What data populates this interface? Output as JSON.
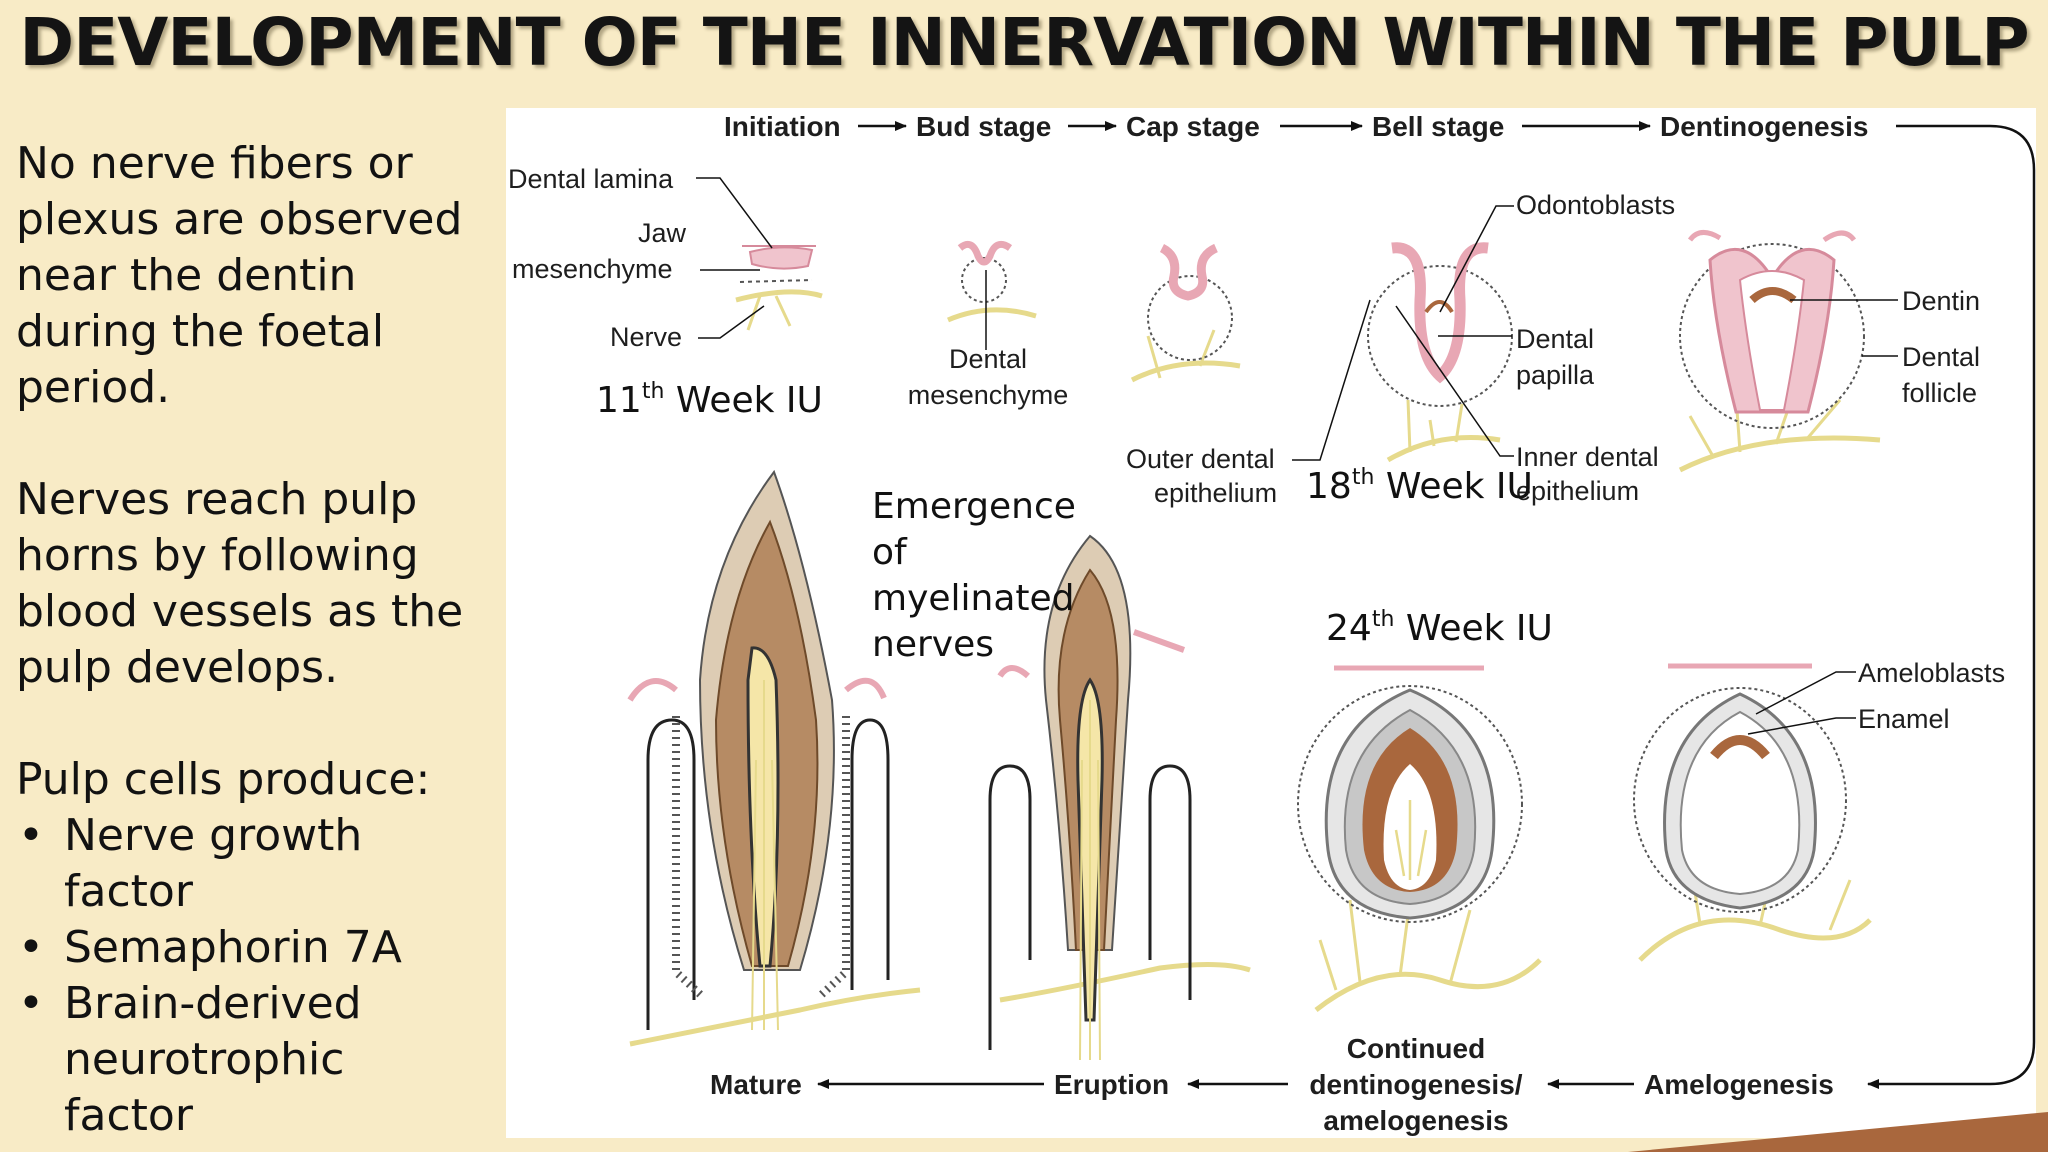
{
  "slide": {
    "title": "DEVELOPMENT OF THE INNERVATION WITHIN THE PULP",
    "para1": [
      "No nerve fibers or",
      "plexus are observed",
      "near the dentin",
      "during the foetal",
      "period."
    ],
    "para2": [
      "Nerves reach pulp",
      "horns by following",
      "blood vessels as the",
      "pulp develops."
    ],
    "para3_heading": "Pulp cells produce:",
    "bullets": [
      [
        "Nerve growth",
        "factor"
      ],
      [
        "Semaphorin 7A"
      ],
      [
        "Brain-derived",
        "neurotrophic",
        "factor"
      ]
    ]
  },
  "diagram": {
    "top_stages": [
      "Initiation",
      "Bud stage",
      "Cap stage",
      "Bell stage",
      "Dentinogenesis"
    ],
    "bottom_stages": [
      "Mature",
      "Eruption",
      "Continued",
      "dentinogenesis/",
      "amelogenesis",
      "Amelogenesis"
    ],
    "labels": {
      "dental_lamina": "Dental lamina",
      "jaw": "Jaw",
      "mesenchyme": "mesenchyme",
      "nerve": "Nerve",
      "dental": "Dental",
      "dental_mesenchyme_2": "mesenchyme",
      "odontoblasts": "Odontoblasts",
      "dental_papilla_1": "Dental",
      "dental_papilla_2": "papilla",
      "outer_dental_1": "Outer dental",
      "outer_dental_2": "epithelium",
      "inner_dental_1": "Inner dental",
      "inner_dental_2": "epithelium",
      "dentin": "Dentin",
      "dental_follicle_1": "Dental",
      "dental_follicle_2": "follicle",
      "ameloblasts": "Ameloblasts",
      "enamel": "Enamel"
    },
    "overlays": {
      "week11_num": "11",
      "week11_sup": "th",
      "week11_rest": " Week IU",
      "week18_num": "18",
      "week18_sup": "th",
      "week18_rest": " Week IU",
      "week24_num": "24",
      "week24_sup": "th",
      "week24_rest": " Week IU",
      "emergence": [
        "Emergence",
        "of",
        "myelinated",
        "nerves"
      ]
    }
  },
  "colors": {
    "background": "#f8ebc6",
    "pink": "#e8a7b4",
    "pulp": "#b68b64",
    "crown": "#ddccb4",
    "nerve": "#e6da8c"
  }
}
